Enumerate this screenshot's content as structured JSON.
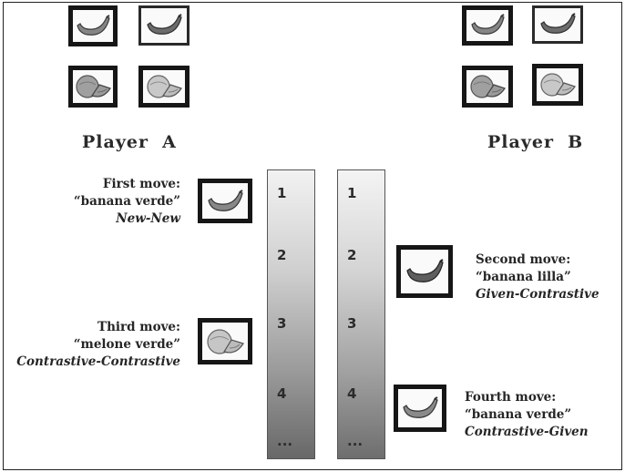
{
  "players": {
    "a_label": "Player  A",
    "b_label": "Player  B"
  },
  "moves": [
    {
      "title": "First move:",
      "phrase": "“banana verde”",
      "condition": "New-New"
    },
    {
      "title": "Second move:",
      "phrase": "“banana lilla”",
      "condition": "Given-Contrastive"
    },
    {
      "title": "Third move:",
      "phrase": "“melone verde”",
      "condition": "Contrastive-Contrastive"
    },
    {
      "title": "Fourth move:",
      "phrase": "“banana verde”",
      "condition": "Contrastive-Given"
    }
  ],
  "scale_a": [
    "1",
    "2",
    "3",
    "4",
    "..."
  ],
  "scale_b": [
    "1",
    "2",
    "3",
    "4",
    "..."
  ],
  "icons": {
    "banana": "banana-icon",
    "melon": "melon-icon"
  }
}
